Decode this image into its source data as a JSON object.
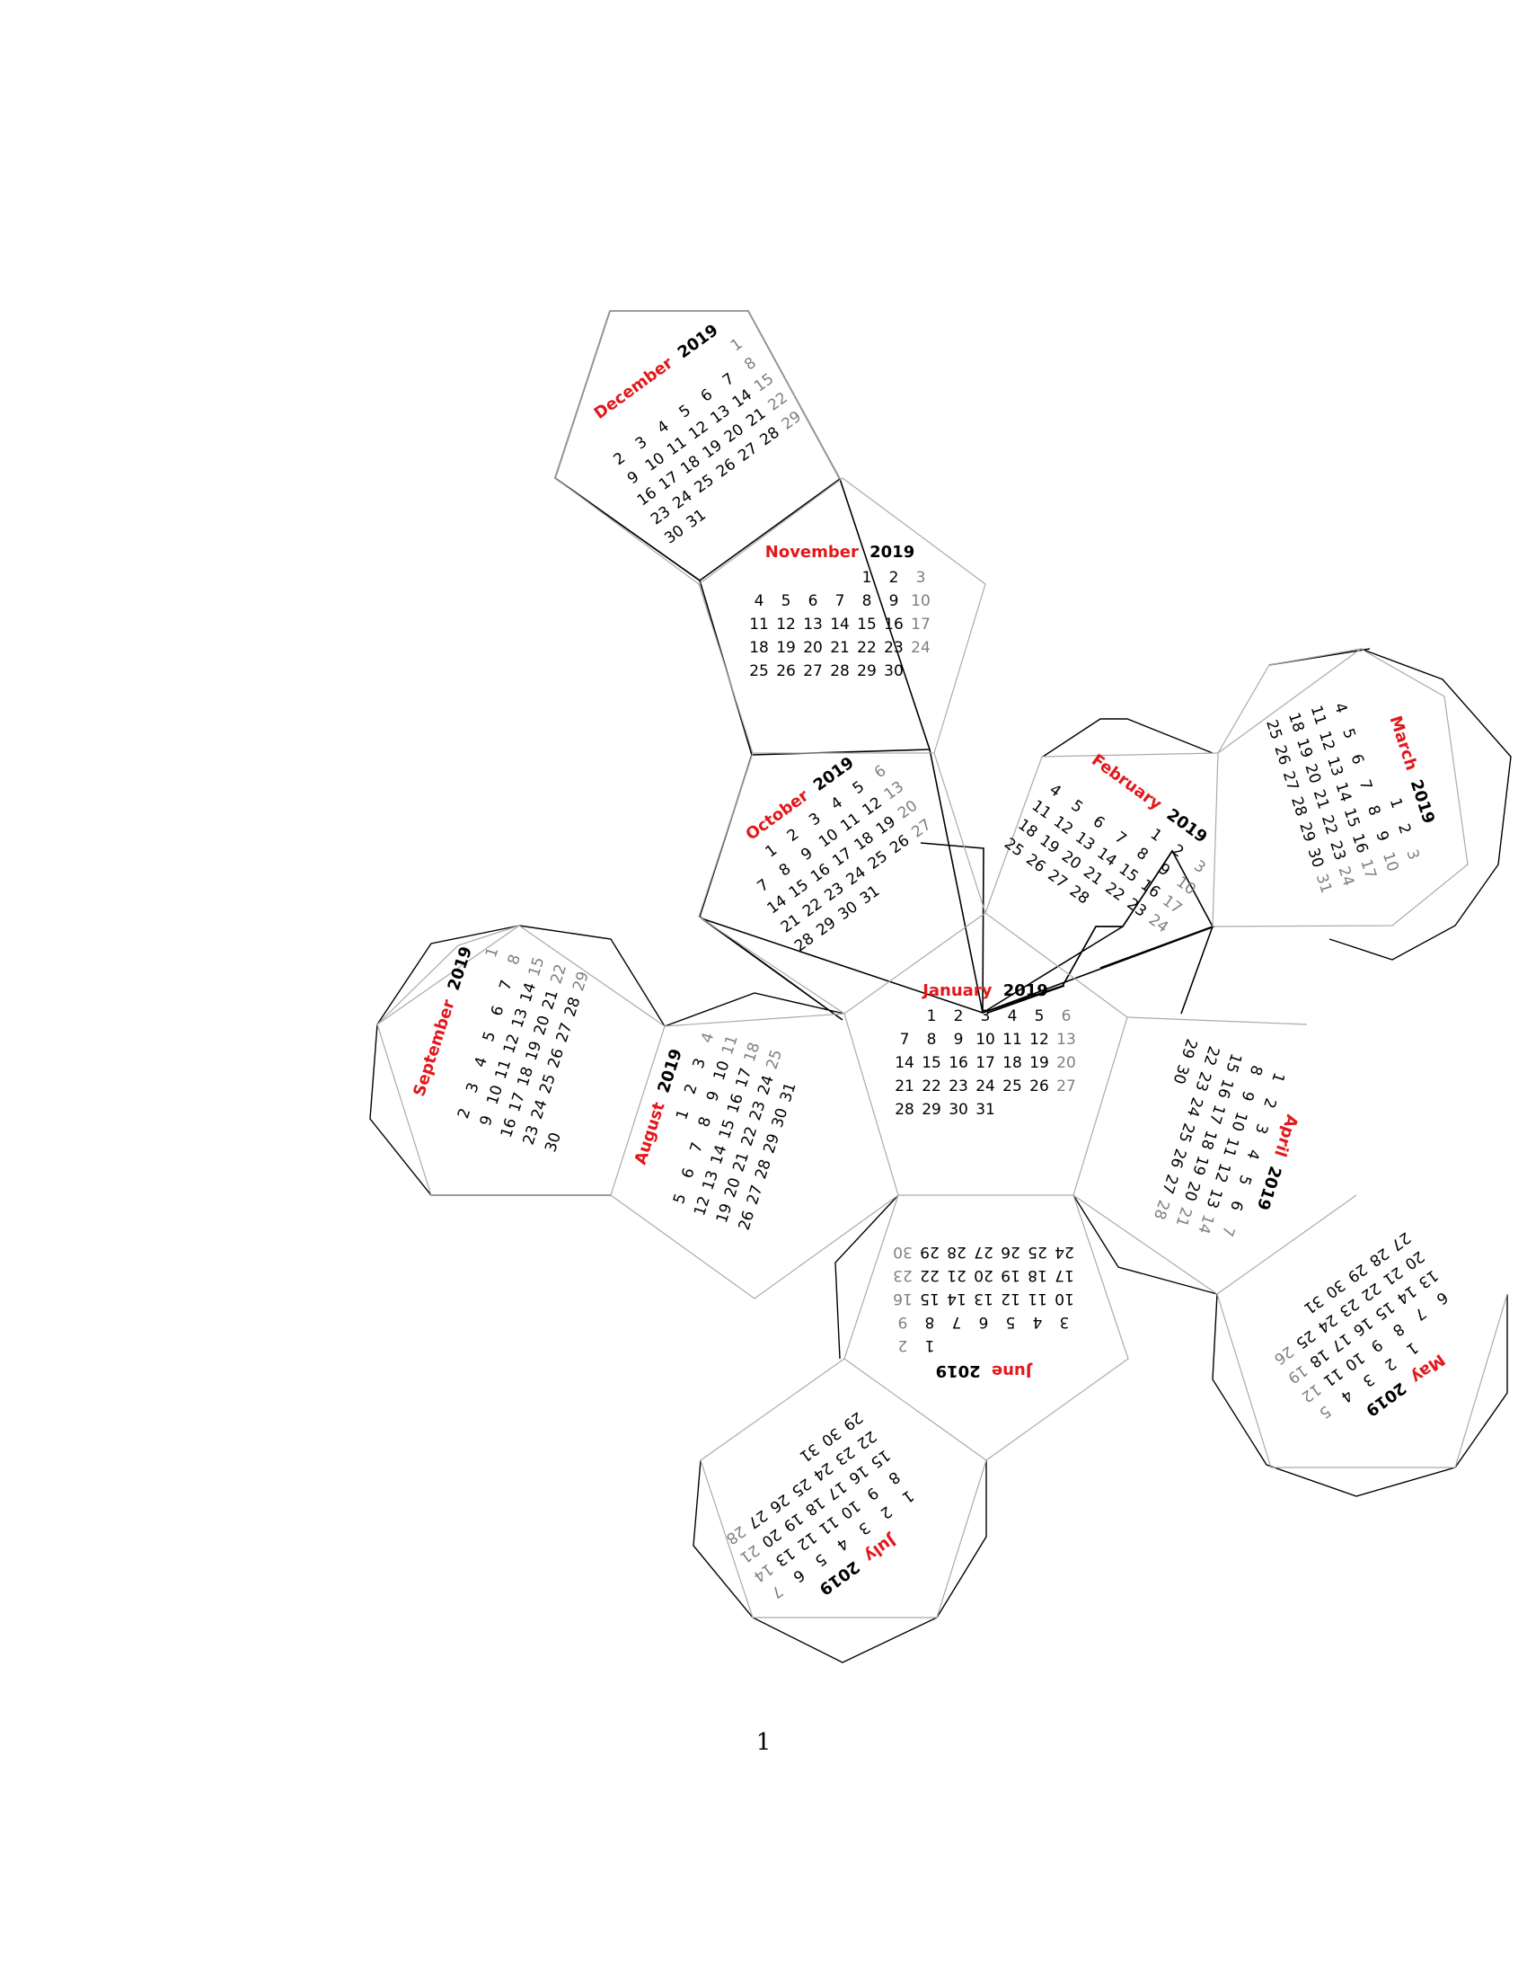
{
  "page": {
    "number": "1"
  },
  "calendar": {
    "year": "2019",
    "colors": {
      "month": "#e3171b",
      "year": "#000000",
      "weekday": "#000000",
      "sunday": "#7f7f7f",
      "outline": "#000000",
      "fold": "#aaaaaa"
    },
    "months": [
      {
        "name": "January",
        "first_weekday": 1,
        "days": 31
      },
      {
        "name": "February",
        "first_weekday": 4,
        "days": 28
      },
      {
        "name": "March",
        "first_weekday": 4,
        "days": 31
      },
      {
        "name": "April",
        "first_weekday": 0,
        "days": 30
      },
      {
        "name": "May",
        "first_weekday": 2,
        "days": 31
      },
      {
        "name": "June",
        "first_weekday": 5,
        "days": 30
      },
      {
        "name": "July",
        "first_weekday": 0,
        "days": 31
      },
      {
        "name": "August",
        "first_weekday": 3,
        "days": 31
      },
      {
        "name": "September",
        "first_weekday": 6,
        "days": 30
      },
      {
        "name": "October",
        "first_weekday": 1,
        "days": 31
      },
      {
        "name": "November",
        "first_weekday": 4,
        "days": 30
      },
      {
        "name": "December",
        "first_weekday": 6,
        "days": 31
      }
    ]
  }
}
